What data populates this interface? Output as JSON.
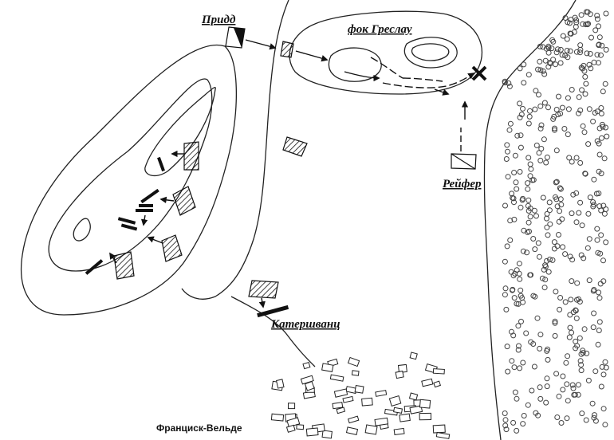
{
  "map": {
    "labels": {
      "pridd": "Придд",
      "fok_greslau": "фок Греслау",
      "reifer": "Рейфер",
      "katershvants": "Катершванц",
      "town": "Франциск-Вельде"
    },
    "colors": {
      "ink": "#111111",
      "background": "#ffffff"
    },
    "features": [
      "river",
      "hill-west",
      "hill-north",
      "forest-east",
      "town-south"
    ]
  }
}
